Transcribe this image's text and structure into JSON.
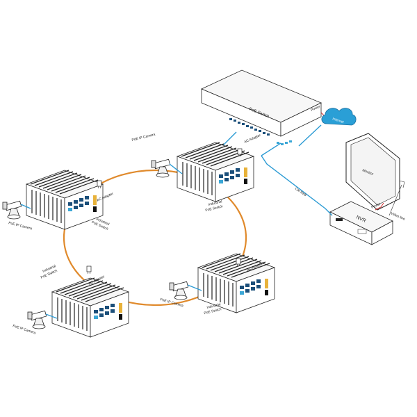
{
  "labels": {
    "poe_switch": "PoE Switch",
    "power": "Power",
    "internet": "Internet",
    "monitor": "Monitor",
    "nvr": "NVR",
    "nvr_power": "Power",
    "video_line": "Video line",
    "cat_line": "Cat 5e/6",
    "cam_top": "PoE IP Camera",
    "ac_top": "AC Adapter",
    "sw_top_label": "Industrial\nPoE Switch",
    "cam_left": "PoE IP Camera",
    "ac_left": "AC Adapter",
    "sw_left_label": "Industrial\nPoE Switch",
    "cam_right": "PoE IP Camera",
    "ac_right": "AC Adapter",
    "sw_right_label": "Industrial\nPoE Switch",
    "cam_bottom": "PoE IP Camera",
    "ac_bottom": "AC Adapter",
    "sw_bottom_label": "Industrial\nPoE Switch"
  },
  "colors": {
    "ring": "#e08a2c",
    "cable": "#2c9bd4",
    "cloud": "#2a9fd6",
    "power_line": "#d42a2a"
  }
}
